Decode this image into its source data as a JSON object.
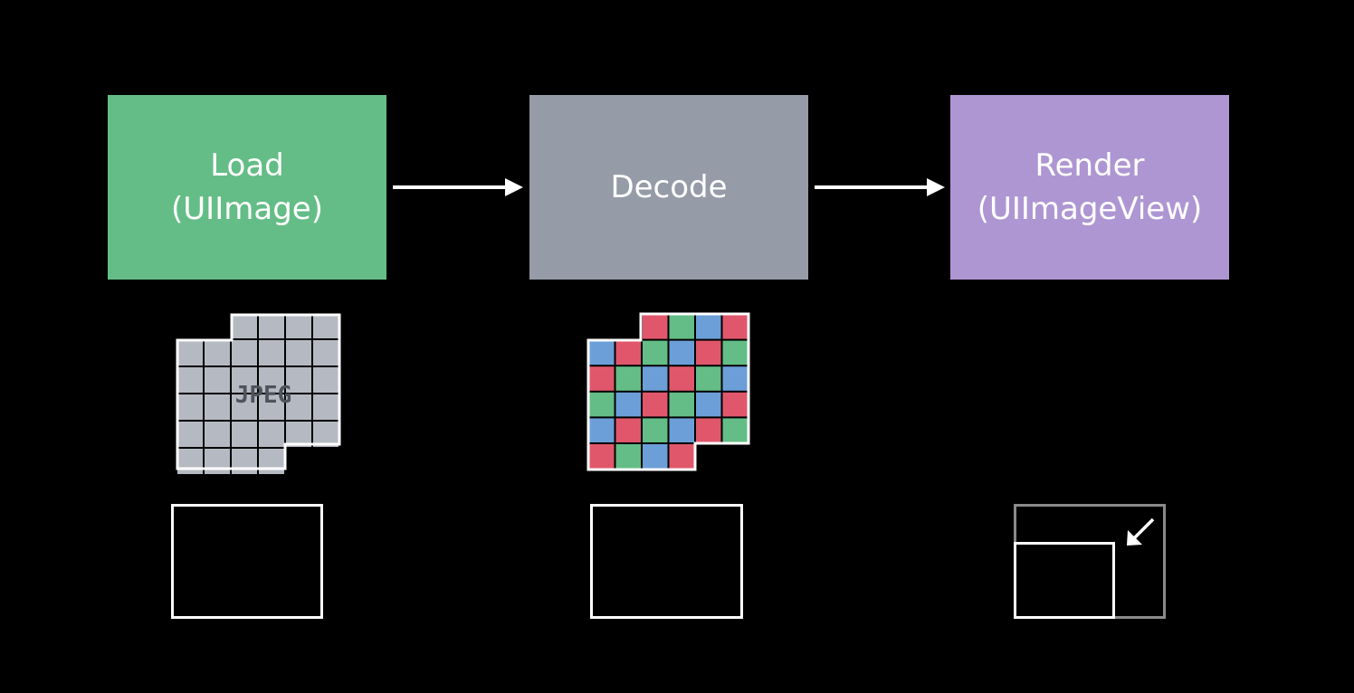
{
  "colors": {
    "background": "#000000",
    "load": "#64bd86",
    "decode": "#969ca7",
    "render": "#ae96d3",
    "jpeg_tile": "#b5bac2",
    "jpeg_text": "#4e535c",
    "pixel_red": "#e0576c",
    "pixel_green": "#64bd86",
    "pixel_blue": "#6c9fd8",
    "stroke": "#ffffff",
    "frame_dim": "#8a8a8a"
  },
  "stages": [
    {
      "lines": [
        "Load",
        "(UIImage)"
      ],
      "color_key": "load"
    },
    {
      "lines": [
        "Decode"
      ],
      "color_key": "decode"
    },
    {
      "lines": [
        "Render",
        "(UIImageView)"
      ],
      "color_key": "render"
    }
  ],
  "jpeg_label": "JPEG",
  "pixel_grid": [
    [
      "red",
      "green",
      "blue",
      "red"
    ],
    [
      "blue",
      "red",
      "green",
      "blue",
      "red",
      "green"
    ],
    [
      "red",
      "green",
      "blue",
      "red",
      "green",
      "blue"
    ],
    [
      "green",
      "blue",
      "red",
      "green",
      "blue",
      "red"
    ],
    [
      "blue",
      "red",
      "green",
      "blue",
      "red",
      "green"
    ],
    [
      "red",
      "green",
      "blue",
      "red"
    ]
  ],
  "icons": {
    "arrow": "right-arrow-icon",
    "jpeg": "jpeg-file-icon",
    "pixels": "decoded-pixel-buffer-icon",
    "frame": "image-frame-icon",
    "resize": "resize-frame-icon"
  }
}
